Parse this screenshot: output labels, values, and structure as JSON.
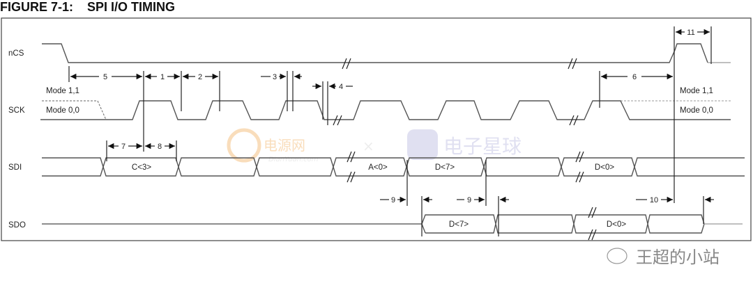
{
  "figure": {
    "number": "FIGURE 7-1:",
    "title": "SPI I/O TIMING"
  },
  "signals": {
    "ncs": "nCS",
    "sck": "SCK",
    "sdi": "SDI",
    "sdo": "SDO"
  },
  "modes": {
    "mode11": "Mode 1,1",
    "mode00": "Mode 0,0"
  },
  "sdi_data": {
    "c3": "C<3>",
    "a0": "A<0>",
    "d7": "D<7>",
    "d0": "D<0>"
  },
  "sdo_data": {
    "d7": "D<7>",
    "d0": "D<0>"
  },
  "timing_params": {
    "p1": "1",
    "p2": "2",
    "p3": "3",
    "p4": "4",
    "p5": "5",
    "p6": "6",
    "p7": "7",
    "p8": "8",
    "p9a": "9",
    "p9b": "9",
    "p10": "10",
    "p11": "11"
  },
  "watermarks": {
    "dianyuan_cn": "电源网",
    "dianyuan_url": "DianYuan.com",
    "times": "×",
    "planet": "电子星球",
    "wechat": "王超的小站"
  }
}
